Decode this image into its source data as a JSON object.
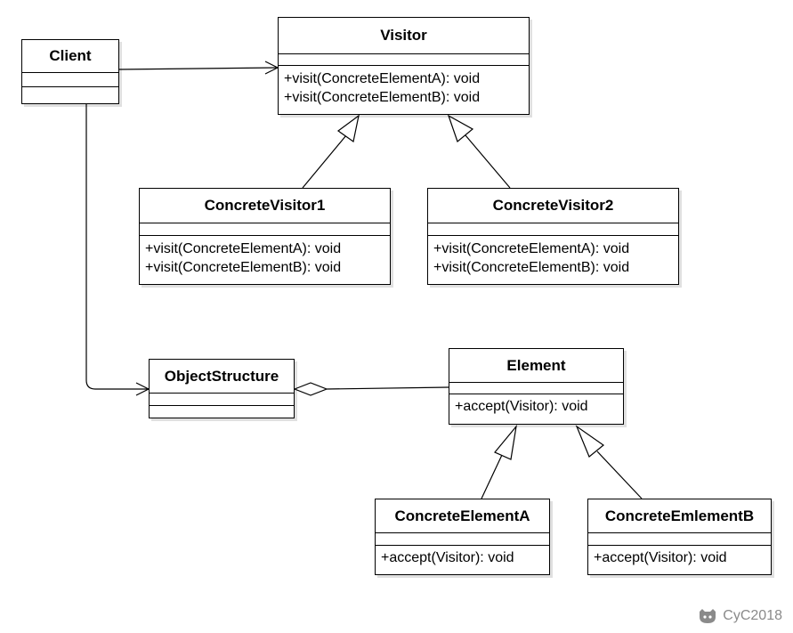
{
  "classes": {
    "client": {
      "name": "Client",
      "operations": []
    },
    "visitor": {
      "name": "Visitor",
      "operations": [
        "+visit(ConcreteElementA): void",
        "+visit(ConcreteElementB): void"
      ]
    },
    "concrete_visitor1": {
      "name": "ConcreteVisitor1",
      "operations": [
        "+visit(ConcreteElementA): void",
        "+visit(ConcreteElementB): void"
      ]
    },
    "concrete_visitor2": {
      "name": "ConcreteVisitor2",
      "operations": [
        "+visit(ConcreteElementA): void",
        "+visit(ConcreteElementB): void"
      ]
    },
    "object_structure": {
      "name": "ObjectStructure",
      "operations": []
    },
    "element": {
      "name": "Element",
      "operations": [
        "+accept(Visitor): void"
      ]
    },
    "concrete_element_a": {
      "name": "ConcreteElementA",
      "operations": [
        "+accept(Visitor): void"
      ]
    },
    "concrete_element_b": {
      "name": "ConcreteEmlementB",
      "operations": [
        "+accept(Visitor): void"
      ]
    }
  },
  "relations": [
    {
      "from": "Client",
      "to": "Visitor",
      "type": "association"
    },
    {
      "from": "Client",
      "to": "ObjectStructure",
      "type": "association"
    },
    {
      "from": "ConcreteVisitor1",
      "to": "Visitor",
      "type": "generalization"
    },
    {
      "from": "ConcreteVisitor2",
      "to": "Visitor",
      "type": "generalization"
    },
    {
      "from": "ObjectStructure",
      "to": "Element",
      "type": "aggregation"
    },
    {
      "from": "ConcreteElementA",
      "to": "Element",
      "type": "generalization"
    },
    {
      "from": "ConcreteEmlementB",
      "to": "Element",
      "type": "generalization"
    }
  ],
  "watermark": {
    "text": "CyC2018",
    "icon": "github-octocat-icon"
  }
}
